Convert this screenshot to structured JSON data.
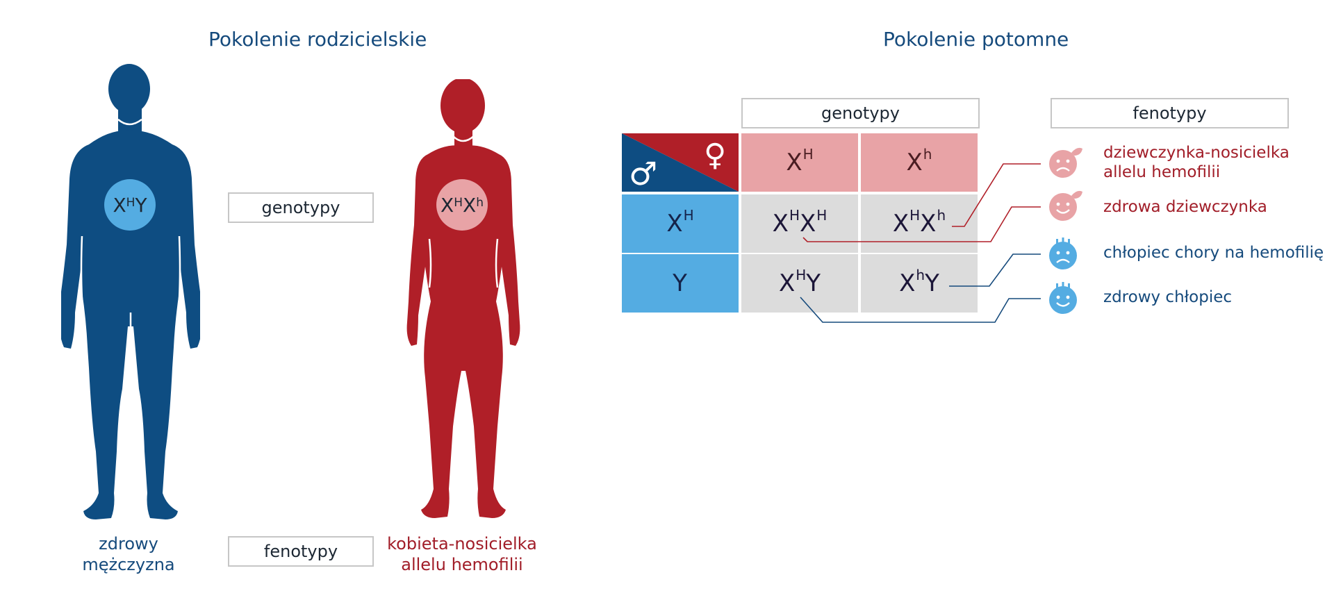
{
  "headings": {
    "parents": "Pokolenie rodzicielskie",
    "offspring": "Pokolenie potomne"
  },
  "parents": {
    "genotype_label": "genotypy",
    "phenotype_label": "fenotypy",
    "male": {
      "genotype": {
        "base1": "X",
        "sup1": "H",
        "base2": "Y",
        "sup2": ""
      },
      "caption_line1": "zdrowy",
      "caption_line2": "mężczyzna",
      "color": "#0e4d82"
    },
    "female": {
      "genotype": {
        "base1": "X",
        "sup1": "H",
        "base2": "X",
        "sup2": "h"
      },
      "caption_line1": "kobieta-nosicielka",
      "caption_line2": "allelu hemofilii",
      "color": "#b01f28"
    }
  },
  "punnett": {
    "genotype_header": "genotypy",
    "male_symbol": "♂",
    "female_symbol": "♀",
    "female_gametes": [
      {
        "base": "X",
        "sup": "H"
      },
      {
        "base": "X",
        "sup": "h"
      }
    ],
    "male_gametes": [
      {
        "base": "X",
        "sup": "H"
      },
      {
        "base": "Y",
        "sup": ""
      }
    ],
    "cells": [
      [
        {
          "base1": "X",
          "sup1": "H",
          "base2": "X",
          "sup2": "H"
        },
        {
          "base1": "X",
          "sup1": "H",
          "base2": "X",
          "sup2": "h"
        }
      ],
      [
        {
          "base1": "X",
          "sup1": "H",
          "base2": "Y",
          "sup2": ""
        },
        {
          "base1": "X",
          "sup1": "h",
          "base2": "Y",
          "sup2": ""
        }
      ]
    ]
  },
  "phenotypes": {
    "header": "fenotypy",
    "items": [
      {
        "line1": "dziewczynka-nosicielka",
        "line2": "allelu hemofilii",
        "icon": "sad-girl-face-icon",
        "color": "#a11d28"
      },
      {
        "line1": "zdrowa dziewczynka",
        "line2": "",
        "icon": "happy-girl-face-icon",
        "color": "#a11d28"
      },
      {
        "line1": "chłopiec chory na hemofilię",
        "line2": "",
        "icon": "sad-boy-face-icon",
        "color": "#154a7c"
      },
      {
        "line1": "zdrowy chłopiec",
        "line2": "",
        "icon": "happy-boy-face-icon",
        "color": "#154a7c"
      }
    ]
  },
  "colors": {
    "male_blue": "#0e4d82",
    "female_red": "#b01f28",
    "light_blue": "#54ace2",
    "pink": "#e8a3a6",
    "gray": "#dcdcdc"
  }
}
